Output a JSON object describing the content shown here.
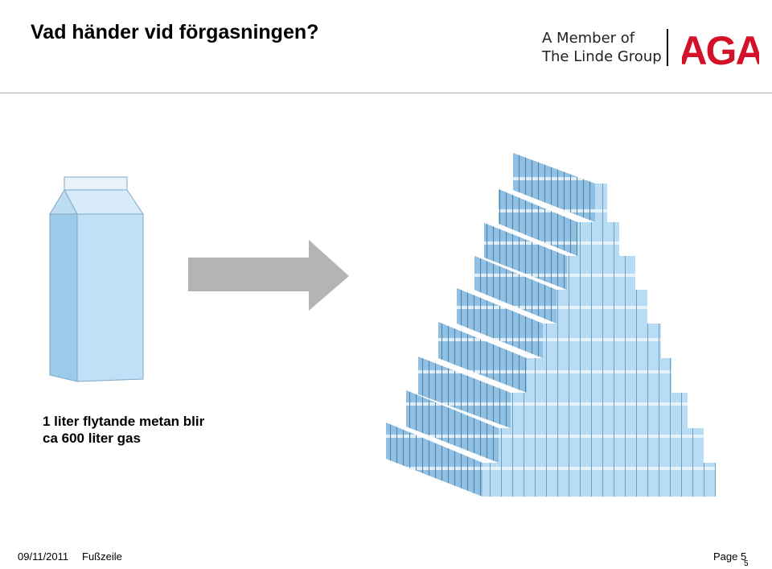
{
  "header": {
    "title": "Vad händer vid förgasningen?",
    "tagline_line1": "A Member of",
    "tagline_line2": "The Linde Group",
    "logo_text": "AGA",
    "logo_color": "#d3122a"
  },
  "content": {
    "caption_line1": "1 liter flytande metan blir",
    "caption_line2": "ca 600 liter gas"
  },
  "footer": {
    "date": "09/11/2011",
    "label": "Fußzeile",
    "page": "Page 5",
    "page_number_sub": "5"
  },
  "colors": {
    "carton_light": "#cfe7f7",
    "carton_mid": "#a9d2ef",
    "carton_dark": "#7fb6df",
    "arrow": "#b4b4b4"
  }
}
